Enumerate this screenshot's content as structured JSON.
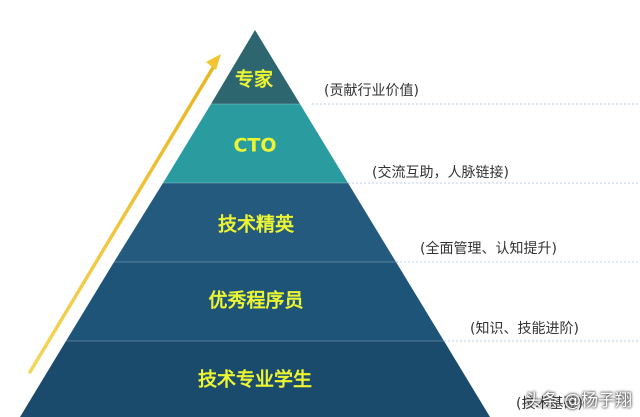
{
  "tiers": [
    {
      "label": "专家",
      "note": "(贡献行业价值)",
      "color": "#2e6670"
    },
    {
      "label": "CTO",
      "note": "(交流互助，人脉链接)",
      "color": "#2a9c9f"
    },
    {
      "label": "技术精英",
      "note": "(全面管理、认知提升)",
      "color": "#235a7e"
    },
    {
      "label": "优秀程序员",
      "note": "(知识、技能进阶)",
      "color": "#1f5479"
    },
    {
      "label": "技术专业学生",
      "note": "(技术基础)",
      "color": "#1a4a6c"
    }
  ],
  "arrow_color": "#f2c531",
  "watermark": "头条 @杨子翔"
}
